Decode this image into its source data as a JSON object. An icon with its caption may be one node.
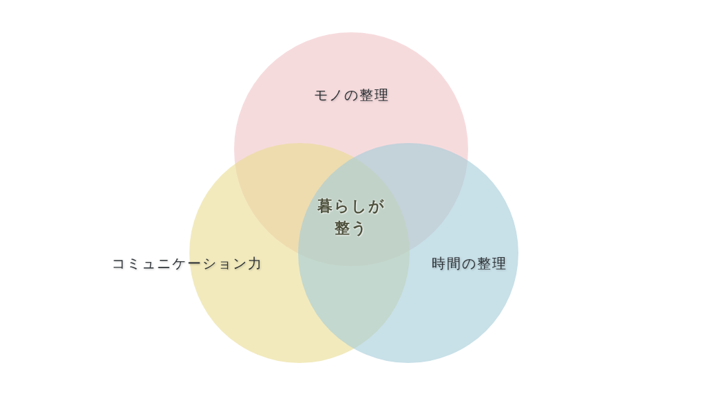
{
  "diagram": {
    "nodes": [
      {
        "text": [
          "モノの整理"
        ]
      },
      {
        "text": [
          "コミュニケーション力"
        ]
      },
      {
        "text": [
          "時間の整理"
        ]
      }
    ],
    "labels": [
      "暮らしが整う"
    ]
  }
}
